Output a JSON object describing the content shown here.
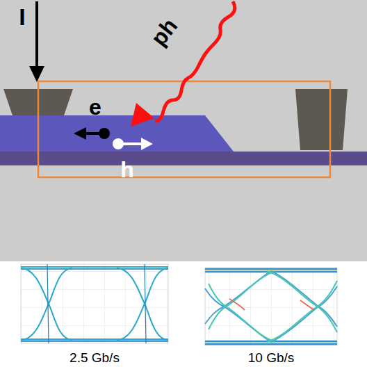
{
  "diagram": {
    "labels": [
      "I",
      "ph",
      "e",
      "h",
      "2.5 Gb/s",
      "10 Gb/s"
    ]
  }
}
